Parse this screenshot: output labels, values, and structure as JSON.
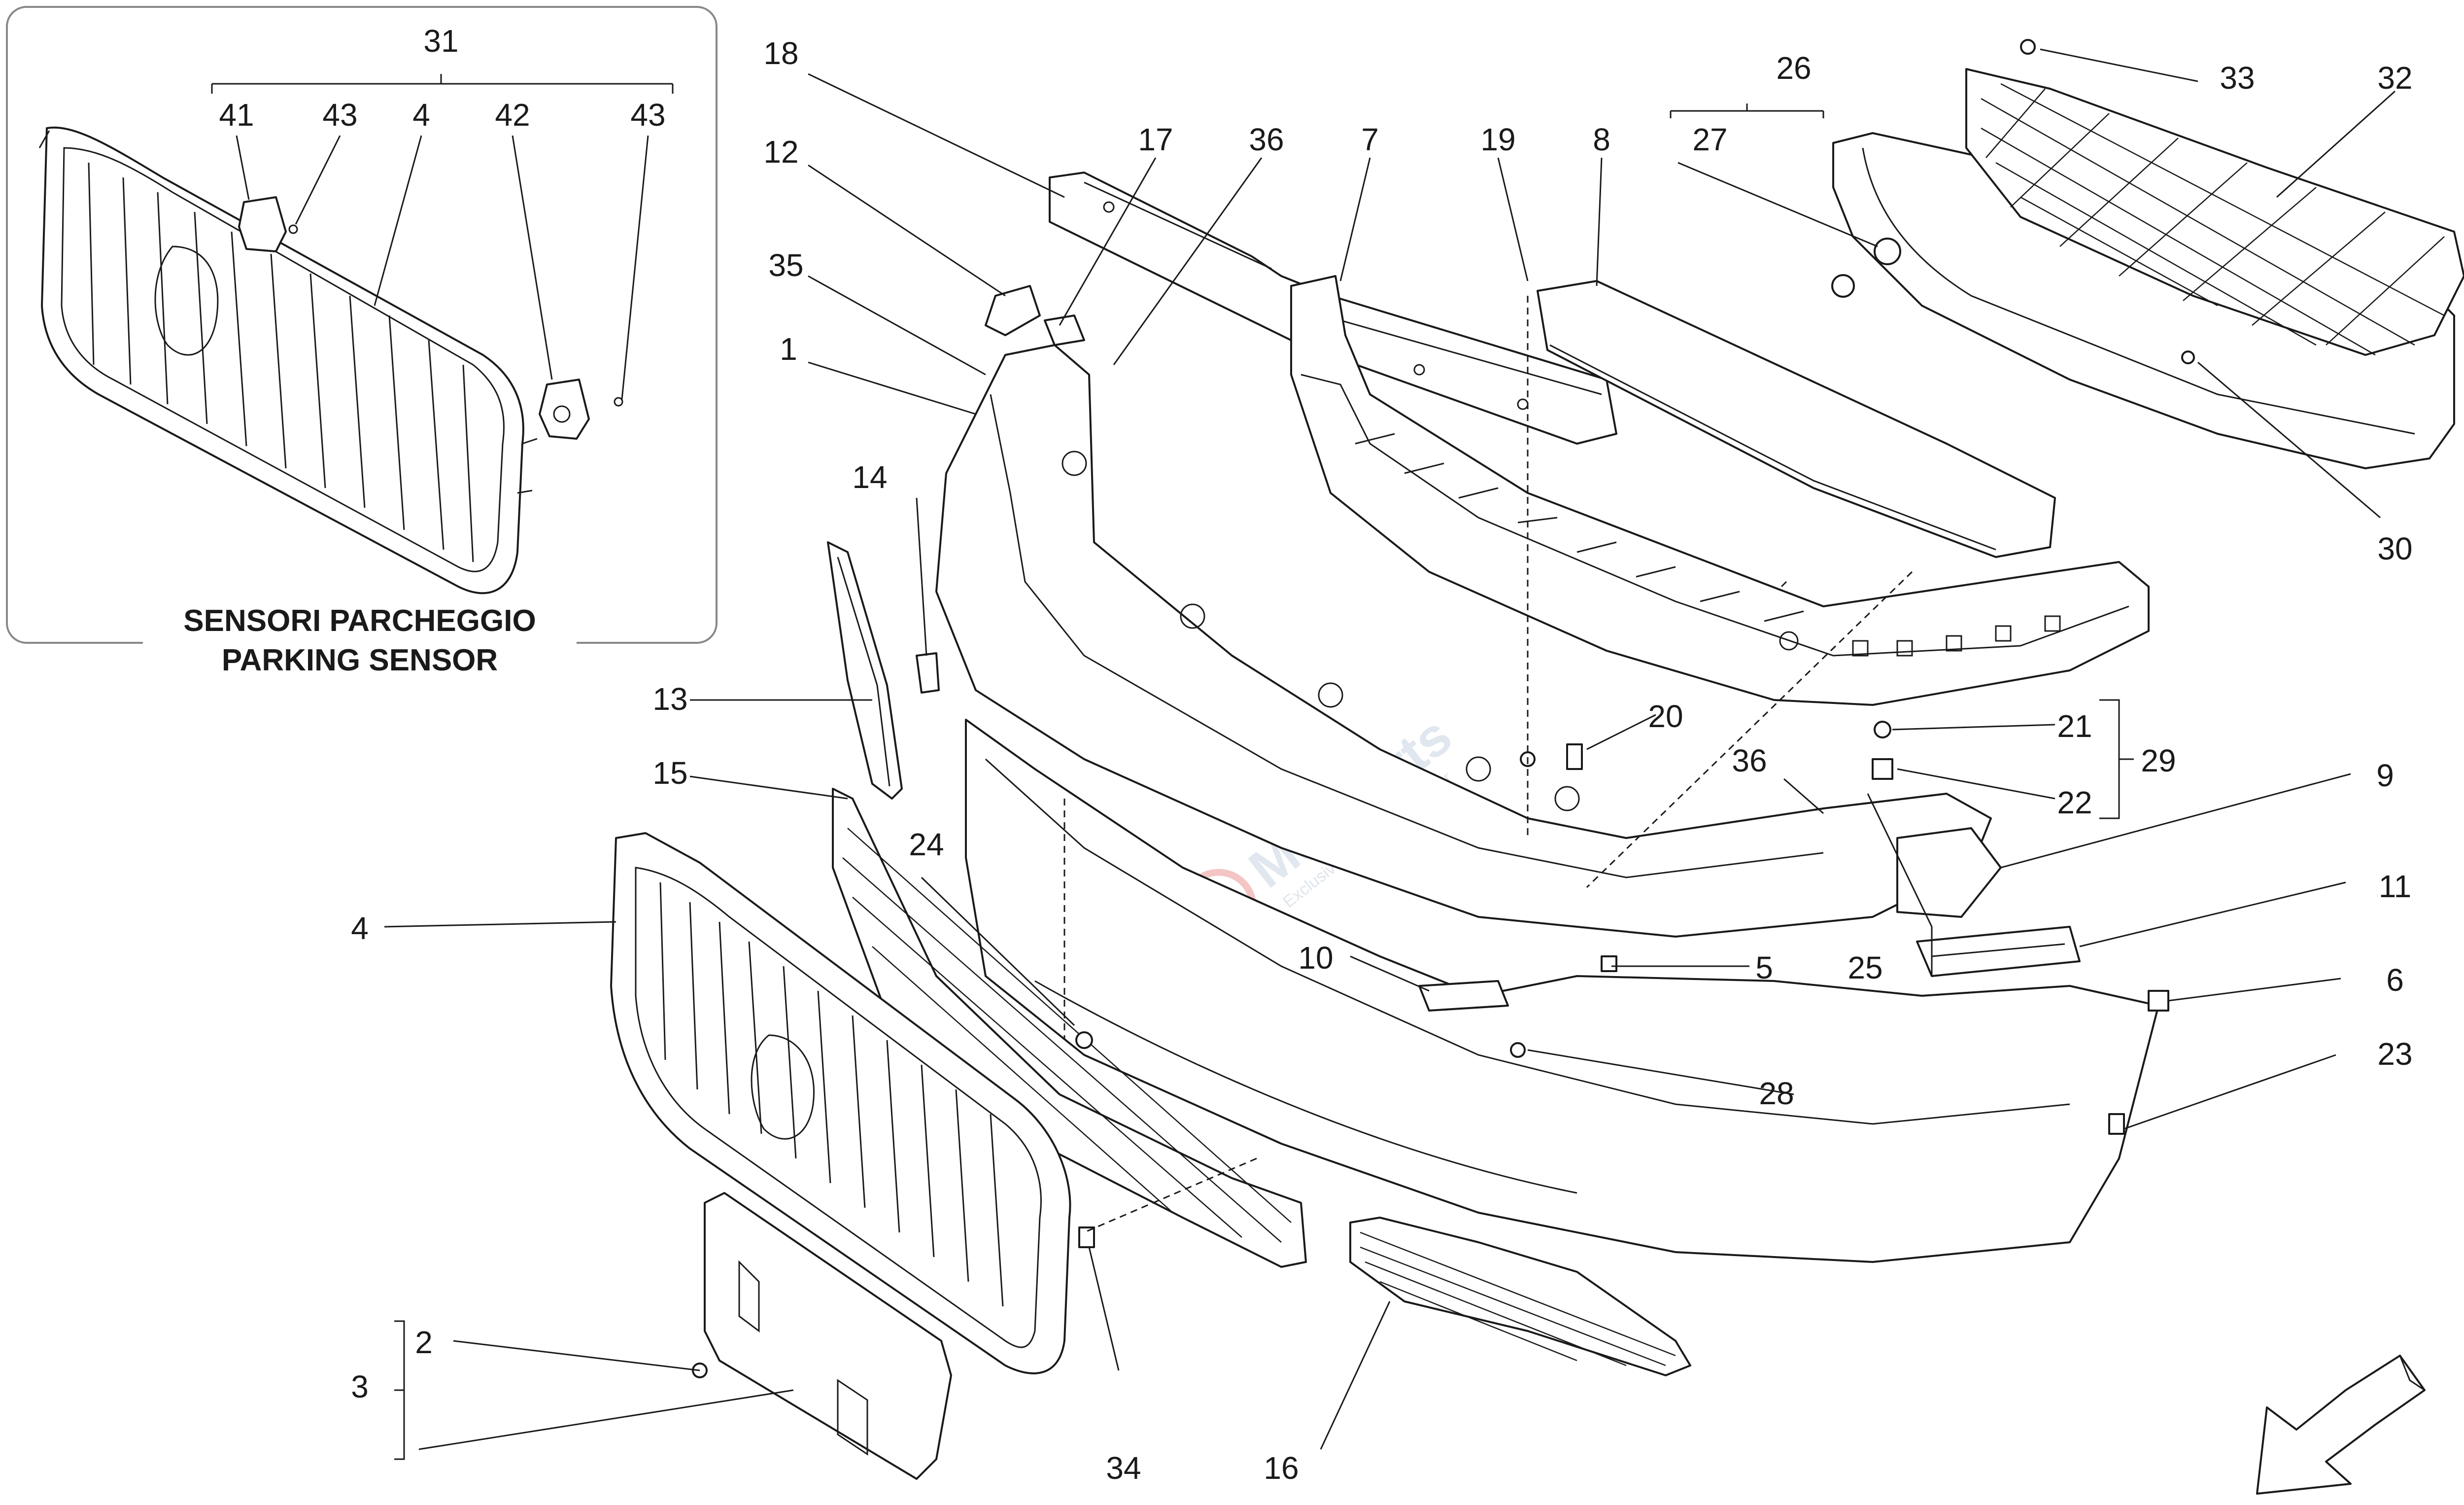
{
  "inset": {
    "title_line1": "SENSORI PARCHEGGIO",
    "title_line2": "PARKING SENSOR",
    "group_label": "31",
    "members": [
      "41",
      "43",
      "4",
      "42",
      "43"
    ]
  },
  "callouts": {
    "c1": "1",
    "c2": "2",
    "c3": "3",
    "c4": "4",
    "c5": "5",
    "c6": "6",
    "c7": "7",
    "c8": "8",
    "c9": "9",
    "c10": "10",
    "c11": "11",
    "c12": "12",
    "c13": "13",
    "c14": "14",
    "c15": "15",
    "c16": "16",
    "c17": "17",
    "c18": "18",
    "c19": "19",
    "c20": "20",
    "c21": "21",
    "c22": "22",
    "c23": "23",
    "c24": "24",
    "c25": "25",
    "c26": "26",
    "c27": "27",
    "c28": "28",
    "c29": "29",
    "c30": "30",
    "c32": "32",
    "c33": "33",
    "c34": "34",
    "c35": "35",
    "c36a": "36",
    "c36b": "36"
  },
  "watermark": {
    "brand": "Maxparts",
    "tagline": "Exclusive Concerts Supplier"
  },
  "colors": {
    "ink": "#1a1a1a",
    "watermark": "#c9d4e2",
    "watermark_accent": "#e05a5a"
  }
}
